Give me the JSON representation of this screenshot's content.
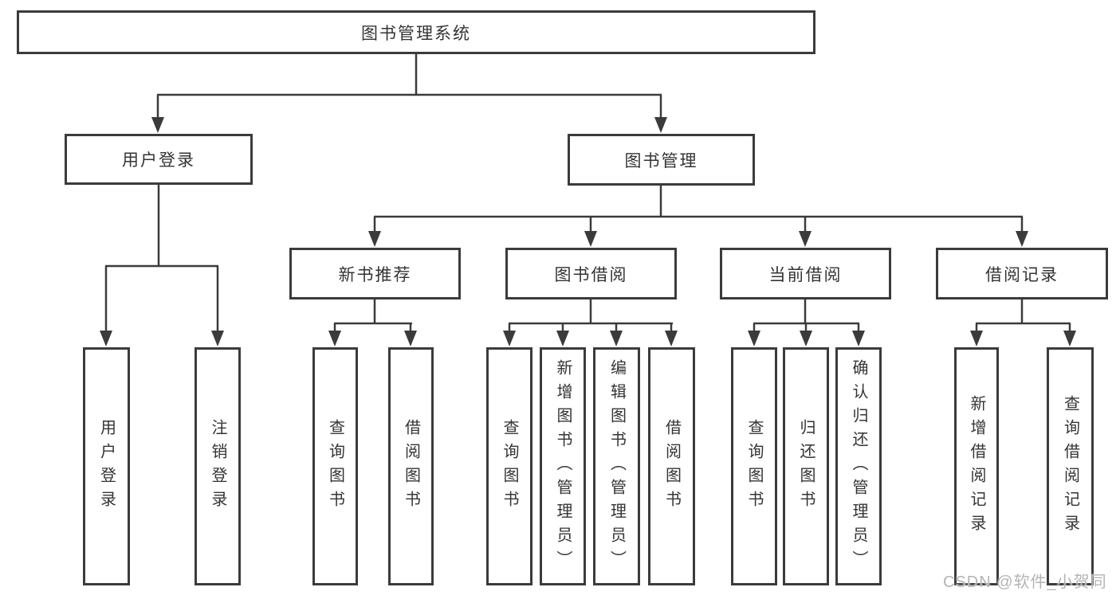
{
  "diagram": {
    "root_label": "图书管理系统",
    "branches": [
      {
        "label": "用户登录",
        "children": [
          "用户登录",
          "注销登录"
        ]
      },
      {
        "label": "图书管理",
        "groups": [
          {
            "label": "新书推荐",
            "children": [
              "查询图书",
              "借阅图书"
            ]
          },
          {
            "label": "图书借阅",
            "children": [
              "查询图书",
              "新增图书（管理员）",
              "编辑图书（管理员）",
              "借阅图书"
            ]
          },
          {
            "label": "当前借阅",
            "children": [
              "查询图书",
              "归还图书",
              "确认归还（管理员）"
            ]
          },
          {
            "label": "借阅记录",
            "children": [
              "新增借阅记录",
              "查询借阅记录"
            ]
          }
        ]
      }
    ]
  },
  "watermark": {
    "text": "CSDN @软件_小贺同学"
  },
  "colors": {
    "line": "#3b3b3c",
    "text": "#333436",
    "watermark": "#b4b4b4",
    "background": "#ffffff"
  }
}
